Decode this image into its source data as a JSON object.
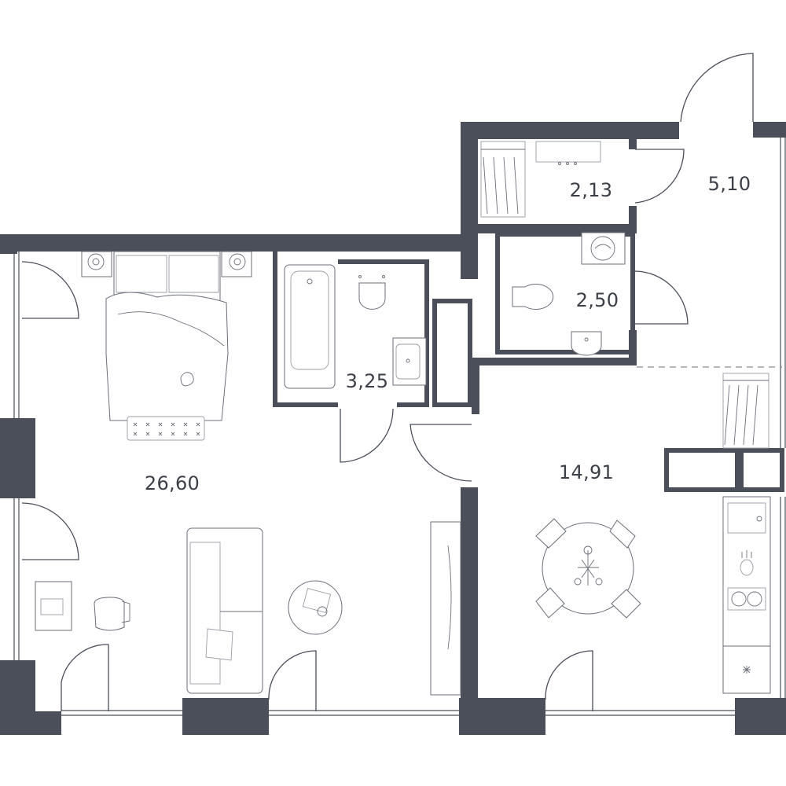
{
  "rooms": [
    {
      "id": "living-bedroom",
      "area": "26,60"
    },
    {
      "id": "bathroom",
      "area": "3,25"
    },
    {
      "id": "storage",
      "area": "2,13"
    },
    {
      "id": "hallway",
      "area": "5,10"
    },
    {
      "id": "toilet",
      "area": "2,50"
    },
    {
      "id": "kitchen",
      "area": "14,91"
    }
  ],
  "colors": {
    "wall": "#4b4f5a",
    "background": "#ffffff",
    "text": "#3c3f47"
  }
}
